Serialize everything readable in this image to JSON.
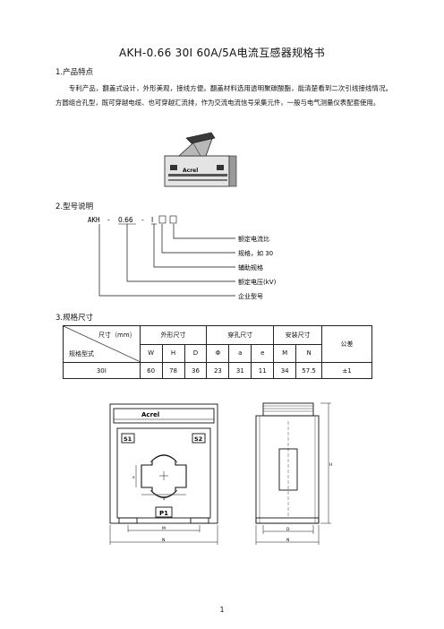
{
  "doc": {
    "title": "AKH-0.66 30I 60A/5A电流互感器规格书",
    "page_number": "1"
  },
  "section1": {
    "heading": "1.产品特点",
    "paragraph": "专利产品，翻盖式设计，外形美观，接线方便。翻盖材料选用透明聚碳酸酯，能清楚看到二次引线接线情况。方圆组合孔型，既可穿越电缆、也可穿越汇流排，作为交流电流信号采集元件，一般与电气测量仪表配套使用。"
  },
  "section2": {
    "heading": "2.型号说明",
    "code": {
      "prefix": "AKH",
      "dash1": "-",
      "voltage": "0.66",
      "dash2": "-",
      "series": "I"
    },
    "labels": [
      "额定电流比",
      "规格，如 30",
      "辅助规格",
      "额定电压(kV)",
      "企业型号"
    ]
  },
  "section3": {
    "heading": "3.规格尺寸",
    "table": {
      "corner_top": "尺寸（mm）",
      "corner_bottom": "规格型式",
      "group_outline": "外形尺寸",
      "group_hole": "穿孔尺寸",
      "group_mount": "安装尺寸",
      "tolerance_header": "公差",
      "columns": [
        "W",
        "H",
        "D",
        "Φ",
        "a",
        "e",
        "M",
        "N"
      ],
      "rows": [
        {
          "model": "30I",
          "values": [
            "60",
            "78",
            "36",
            "23",
            "31",
            "11",
            "34",
            "57.5"
          ]
        }
      ],
      "tolerance": "±1"
    }
  },
  "product_photo": {
    "brand_text": "Acrel"
  },
  "drawing": {
    "front": {
      "brand": "Acrel",
      "terminal_s1": "S1",
      "terminal_s2": "S2",
      "terminal_p1": "P1",
      "dim_a": "a",
      "dim_e": "e",
      "dim_m": "M",
      "dim_n": "N"
    },
    "side": {
      "dim_h": "H",
      "dim_d": "D",
      "dim_n": "N"
    }
  }
}
